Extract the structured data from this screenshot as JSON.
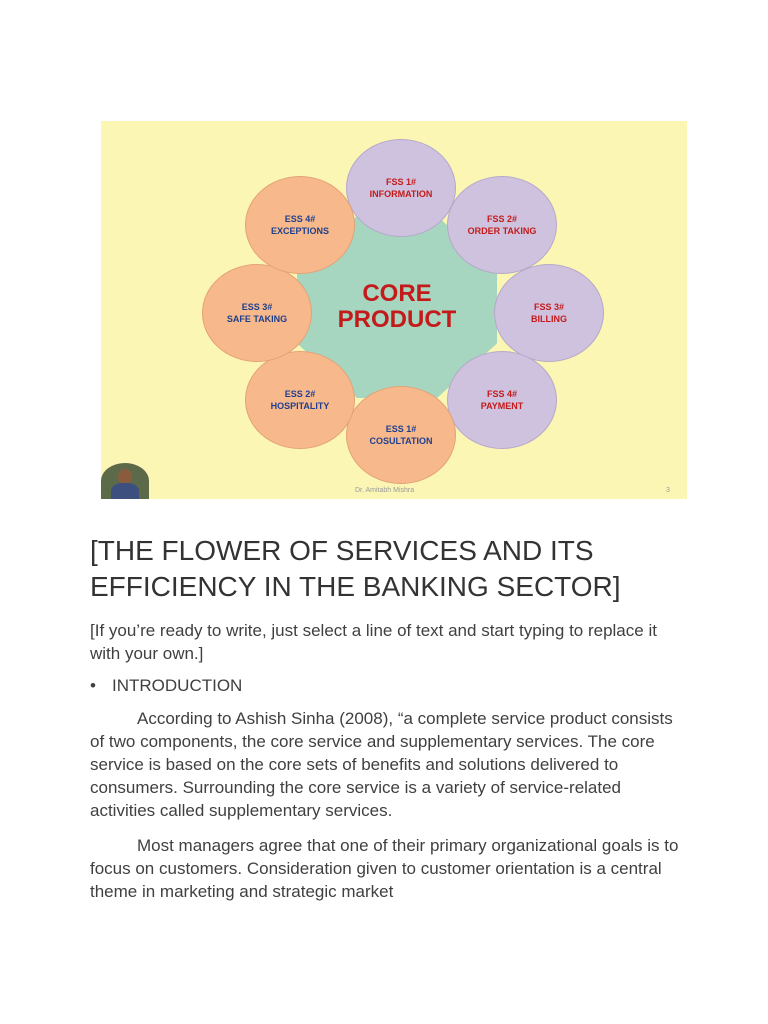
{
  "diagram": {
    "core": [
      "CORE",
      "PRODUCT"
    ],
    "petals": [
      {
        "id": "fss1",
        "type": "fss",
        "code": "FSS 1#",
        "label": "INFORMATION"
      },
      {
        "id": "fss2",
        "type": "fss",
        "code": "FSS 2#",
        "label": "ORDER TAKING"
      },
      {
        "id": "fss3",
        "type": "fss",
        "code": "FSS 3#",
        "label": "BILLING"
      },
      {
        "id": "fss4",
        "type": "fss",
        "code": "FSS 4#",
        "label": "PAYMENT"
      },
      {
        "id": "ess1",
        "type": "ess",
        "code": "ESS 1#",
        "label": "COSULTATION"
      },
      {
        "id": "ess2",
        "type": "ess",
        "code": "ESS 2#",
        "label": "HOSPITALITY"
      },
      {
        "id": "ess3",
        "type": "ess",
        "code": "ESS 3#",
        "label": "SAFE TAKING"
      },
      {
        "id": "ess4",
        "type": "ess",
        "code": "ESS 4#",
        "label": "EXCEPTIONS"
      }
    ],
    "credit": "Dr. Amitabh Mishra",
    "slide_number": "3",
    "colors": {
      "background": "#fbf6b4",
      "core": "#a6d5c0",
      "fss_petal": "#cfc2de",
      "ess_petal": "#f7b98c",
      "core_text": "#c41a1a"
    }
  },
  "document": {
    "title": "[THE FLOWER OF SERVICES AND ITS EFFICIENCY IN THE BANKING SECTOR]",
    "instructions": "[If you’re ready to write, just select a line of text and start typing to replace it with your own.]",
    "bullet": "INTRODUCTION",
    "paragraph1": "According to Ashish Sinha (2008), “a complete service product consists of two components, the core service and supplementary services. The core service is based on the core sets of benefits and solutions delivered to consumers. Surrounding the core service is a variety of service-related activities called supplementary services.",
    "paragraph2": "Most managers agree that one of their primary organizational goals is to focus on customers. Consideration given to customer orientation is a central theme in marketing and strategic market"
  }
}
